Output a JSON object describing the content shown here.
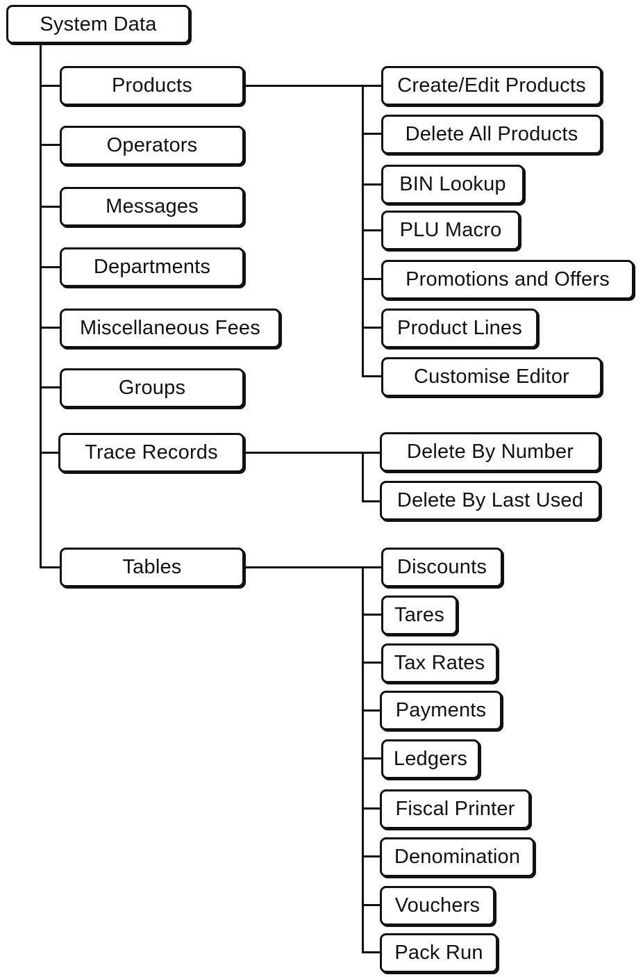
{
  "root": {
    "label": "System Data"
  },
  "level1": [
    {
      "id": "products",
      "label": "Products"
    },
    {
      "id": "operators",
      "label": "Operators"
    },
    {
      "id": "messages",
      "label": "Messages"
    },
    {
      "id": "departments",
      "label": "Departments"
    },
    {
      "id": "miscellaneous-fees",
      "label": "Miscellaneous Fees"
    },
    {
      "id": "groups",
      "label": "Groups"
    },
    {
      "id": "trace-records",
      "label": "Trace Records"
    },
    {
      "id": "tables",
      "label": "Tables"
    }
  ],
  "products_children": [
    {
      "label": "Create/Edit Products"
    },
    {
      "label": "Delete All Products"
    },
    {
      "label": "BIN Lookup"
    },
    {
      "label": "PLU Macro"
    },
    {
      "label": "Promotions and Offers"
    },
    {
      "label": "Product Lines"
    },
    {
      "label": "Customise Editor"
    }
  ],
  "trace_children": [
    {
      "label": "Delete By Number"
    },
    {
      "label": "Delete By Last Used"
    }
  ],
  "tables_children": [
    {
      "label": "Discounts"
    },
    {
      "label": "Tares"
    },
    {
      "label": "Tax Rates"
    },
    {
      "label": "Payments"
    },
    {
      "label": "Ledgers"
    },
    {
      "label": "Fiscal Printer"
    },
    {
      "label": "Denomination"
    },
    {
      "label": "Vouchers"
    },
    {
      "label": "Pack Run"
    }
  ]
}
